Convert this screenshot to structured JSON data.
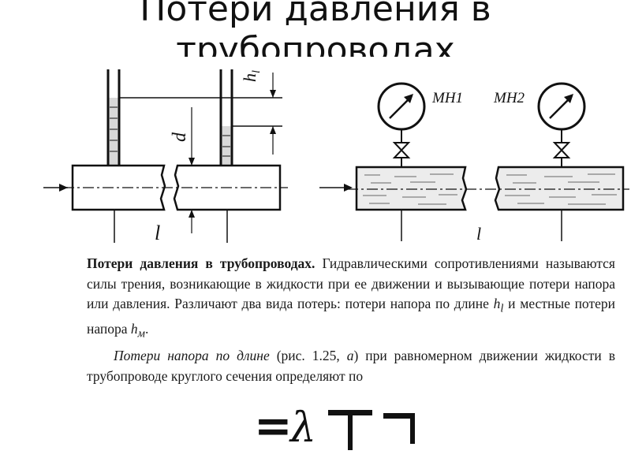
{
  "slide": {
    "title_line1": "Потери давления в",
    "title_line2": "трубопроводах"
  },
  "figure_a": {
    "label_hl": "h",
    "label_hl_sub": "l",
    "label_d": "d",
    "label_l": "l"
  },
  "figure_b": {
    "gauge1": "МН1",
    "gauge2": "МН2",
    "label_l": "l"
  },
  "text": {
    "p1_bold": "Потери давления в трубопроводах.",
    "p1_a": " Гидравлическими сопротивлениями называются силы трения, возникающие в жидкости при ее движении и вызывающие потери напора или давления. Различают два вида потерь: потери напора по длине ",
    "p1_hl": "h",
    "p1_hl_sub": "l",
    "p1_b": " и местные потери напора ",
    "p1_hm": "h",
    "p1_hm_sub": "м",
    "p1_c": ".",
    "p2_italic": "Потери напора по длине",
    "p2_a": " (рис. 1.25, ",
    "p2_fig": "а",
    "p2_b": ") при равномерном движении жидкости в трубопроводе круглого сечения определяют по"
  },
  "formula": {
    "eq": "=",
    "lambda": "λ"
  }
}
